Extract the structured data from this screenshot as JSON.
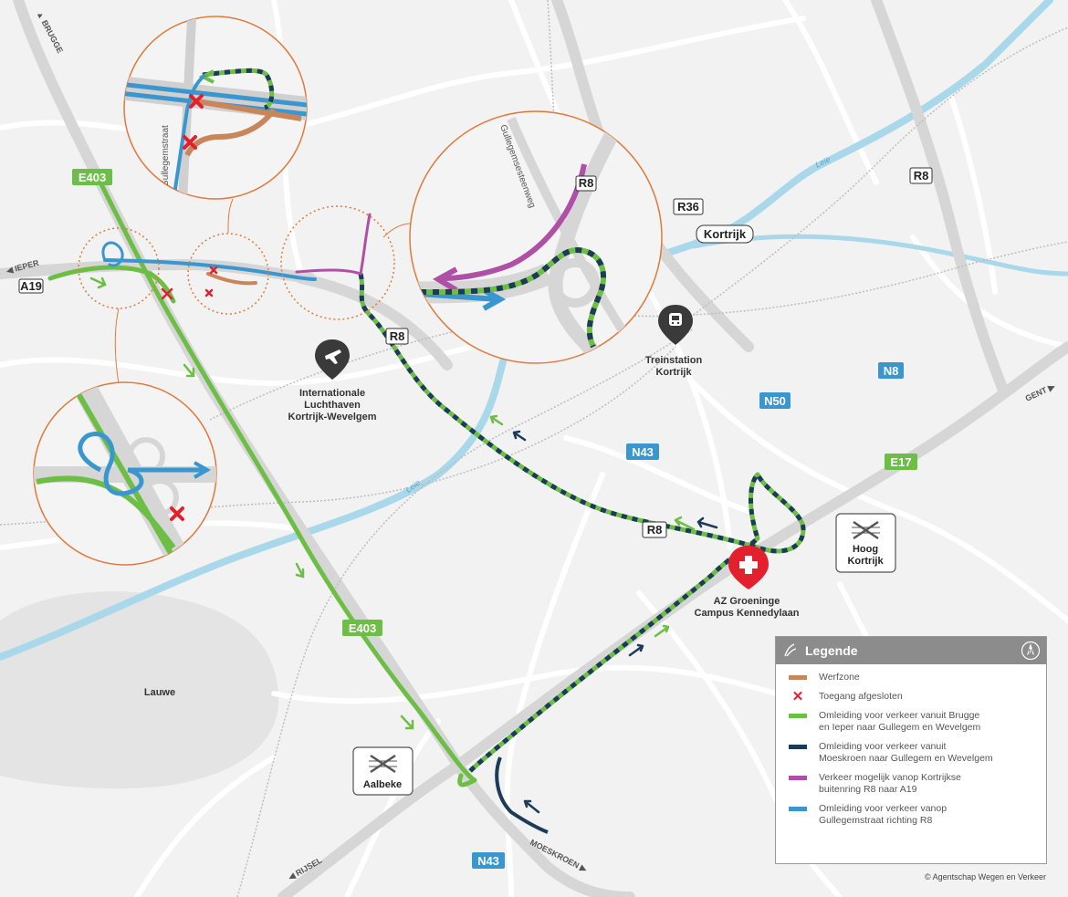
{
  "directions": {
    "brugge": "BRUGGE",
    "ieper": "IEPER",
    "gent": "GENT",
    "rijsel": "RIJSEL",
    "moeskroen": "MOESKROEN"
  },
  "shields": {
    "e403_top": "E403",
    "e403_mid": "E403",
    "a19": "A19",
    "r8_west": "R8",
    "r8_zoom": "R8",
    "r8_east": "R8",
    "r8_south": "R8",
    "r36": "R36",
    "kortrijk": "Kortrijk",
    "n8": "N8",
    "n50": "N50",
    "n43_mid": "N43",
    "n43_bottom": "N43",
    "e17": "E17"
  },
  "places": {
    "airport_line1": "Internationale",
    "airport_line2": "Luchthaven",
    "airport_line3": "Kortrijk-Wevelgem",
    "station_line1": "Treinstation",
    "station_line2": "Kortrijk",
    "hospital_line1": "AZ Groeninge",
    "hospital_line2": "Campus Kennedylaan",
    "lauwe": "Lauwe",
    "hoog_kortrijk_line1": "Hoog",
    "hoog_kortrijk_line2": "Kortrijk",
    "aalbeke": "Aalbeke",
    "leie_north": "Leie",
    "leie_mid": "Leie",
    "gullegemstraat": "Gullegemstraat",
    "gullegemsesteenweg": "Gullegemsesteenweg"
  },
  "legend": {
    "title": "Legende",
    "items": [
      {
        "label": "Werfzone",
        "color": "#c8865a"
      },
      {
        "label": "Toegang afgesloten",
        "color": "#e3202d"
      },
      {
        "label": "Omleiding voor verkeer vanuit Brugge\nen Ieper naar Gullegem en Wevelgem",
        "color": "#6dbe45"
      },
      {
        "label": "Omleiding voor verkeer vanuit\nMoeskroen naar Gullegem en Wevelgem",
        "color": "#1b3b57"
      },
      {
        "label": "Verkeer mogelijk vanop Kortrijkse\nbuitenring R8 naar A19",
        "color": "#b04fa6"
      },
      {
        "label": "Omleiding voor verkeer vanop\nGullegemstraat richting R8",
        "color": "#3a96cf"
      }
    ]
  },
  "copyright": "© Agentschap Wegen en Verkeer",
  "colors": {
    "green": "#6dbe45",
    "navy": "#1b3b57",
    "purple": "#b04fa6",
    "blue": "#3a96cf",
    "brown": "#c8865a",
    "red": "#e3202d",
    "river": "#a9d8ea",
    "orange_ring": "#e07a3c",
    "n_shield": "#3a96cf"
  }
}
